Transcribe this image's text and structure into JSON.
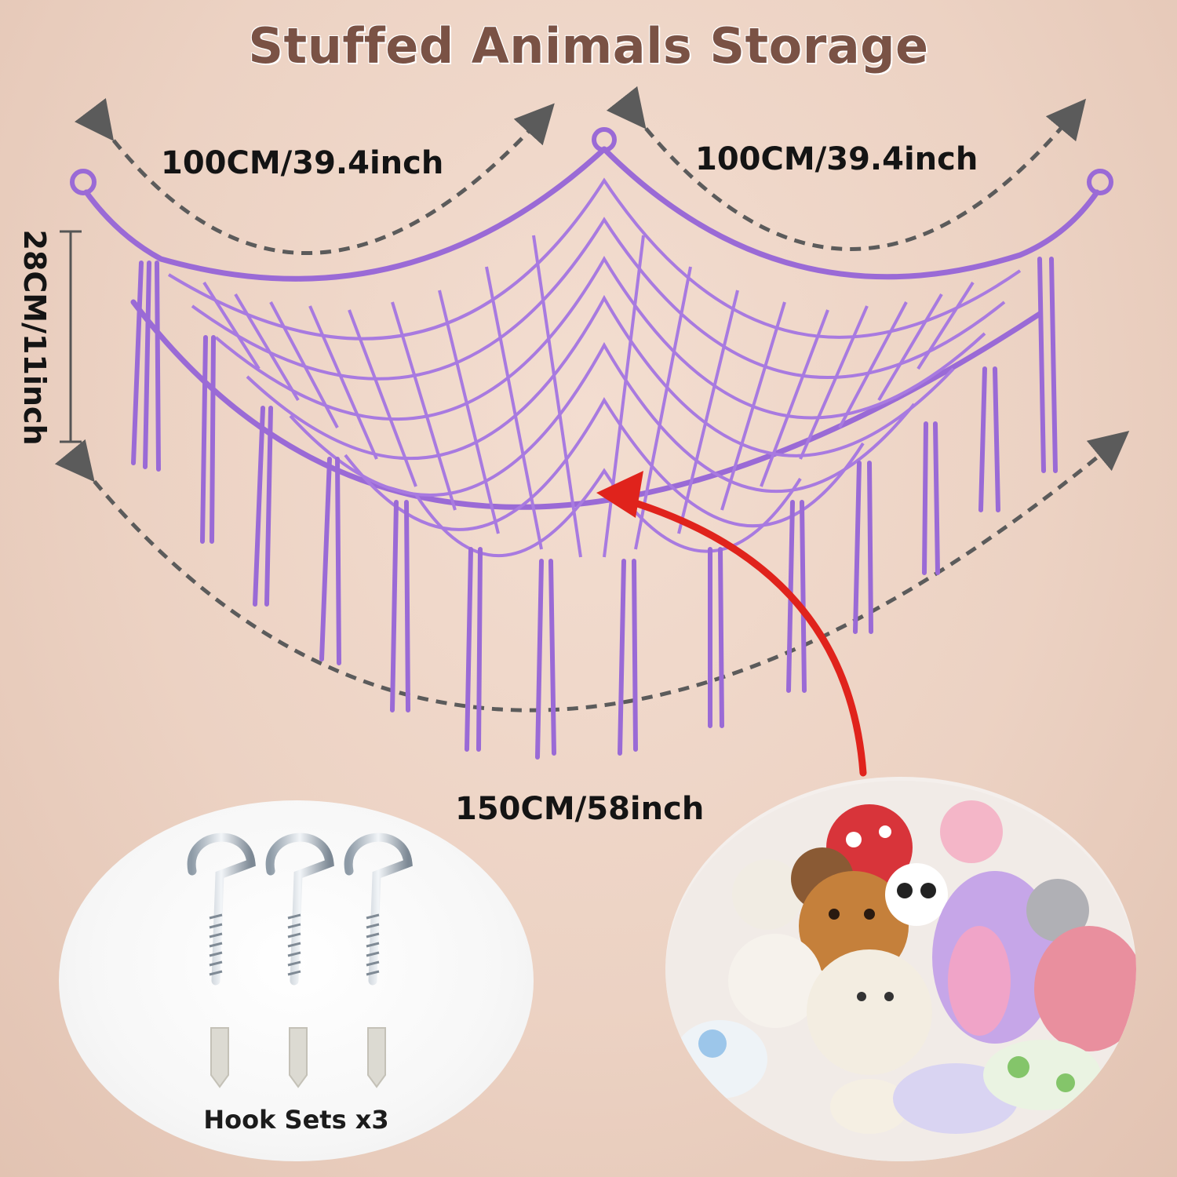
{
  "title": "Stuffed Animals Storage",
  "dimensions": {
    "left_top": "100CM/39.4inch",
    "right_top": "100CM/39.4inch",
    "height": "28CM/11inch",
    "bottom_width": "150CM/58inch"
  },
  "hooks_panel": {
    "caption": "Hook Sets x3"
  },
  "colors": {
    "net": "#9a6ad6",
    "title": "#7a5245",
    "arrow": "#5b5b5b",
    "pointer": "#e0231c",
    "background": "#ecd2c3"
  },
  "icons": [
    "hook-icon",
    "wall-anchor-icon",
    "plush-toy-icon",
    "pointer-arrow-icon"
  ]
}
